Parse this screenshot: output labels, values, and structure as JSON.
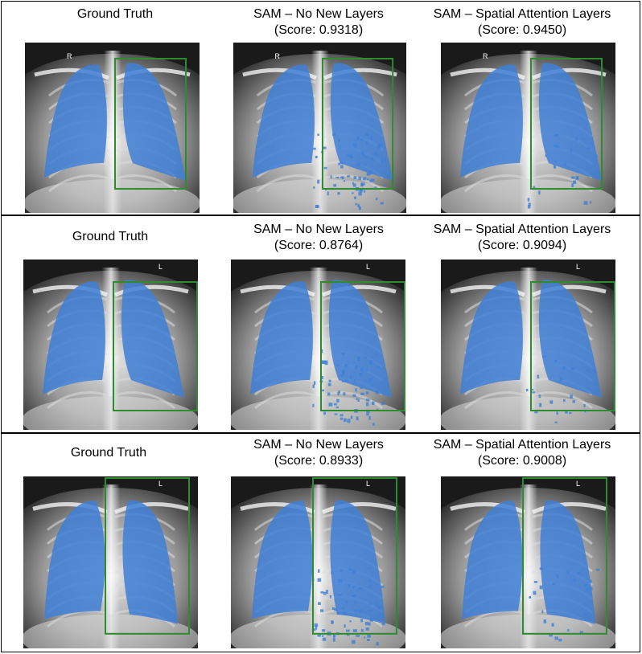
{
  "rows": [
    {
      "panels": [
        {
          "title": "Ground Truth",
          "score": ""
        },
        {
          "title": "SAM – No New Layers",
          "score": "(Score: 0.9318)"
        },
        {
          "title": "SAM – Spatial Attention Layers",
          "score": "(Score: 0.9450)"
        }
      ],
      "marker": "R"
    },
    {
      "panels": [
        {
          "title": "Ground Truth",
          "score": ""
        },
        {
          "title": "SAM – No New Layers",
          "score": "(Score: 0.8764)"
        },
        {
          "title": "SAM – Spatial Attention Layers",
          "score": "(Score: 0.9094)"
        }
      ],
      "marker": "L"
    },
    {
      "panels": [
        {
          "title": "Ground Truth",
          "score": ""
        },
        {
          "title": "SAM – No New Layers",
          "score": "(Score: 0.8933)"
        },
        {
          "title": "SAM – Spatial Attention Layers",
          "score": "(Score: 0.9008)"
        }
      ],
      "marker": "L"
    }
  ],
  "colors": {
    "mask": "#3f7fd6",
    "box": "#2e8b2e",
    "xray_dark": "#1a1a1a",
    "xray_mid": "#9a9a9a",
    "xray_light": "#e6e6e6"
  }
}
